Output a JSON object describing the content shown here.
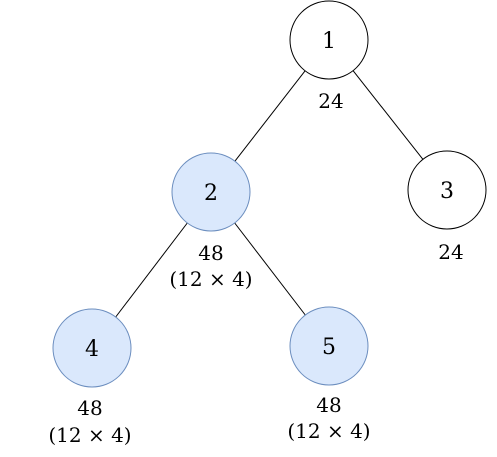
{
  "colors": {
    "edge": "#000000",
    "node_plain_fill": "#ffffff",
    "node_plain_stroke": "#000000",
    "node_highlight_fill": "#dae8fc",
    "node_highlight_stroke": "#6c8ebf"
  },
  "tree": {
    "nodes": [
      {
        "id": "1",
        "label": "1",
        "highlighted": false,
        "value": "24",
        "detail": ""
      },
      {
        "id": "2",
        "label": "2",
        "highlighted": true,
        "value": "48",
        "detail": "(12 × 4)"
      },
      {
        "id": "3",
        "label": "3",
        "highlighted": false,
        "value": "24",
        "detail": ""
      },
      {
        "id": "4",
        "label": "4",
        "highlighted": true,
        "value": "48",
        "detail": "(12 × 4)"
      },
      {
        "id": "5",
        "label": "5",
        "highlighted": true,
        "value": "48",
        "detail": "(12 × 4)"
      }
    ],
    "edges": [
      {
        "from": "1",
        "to": "2"
      },
      {
        "from": "1",
        "to": "3"
      },
      {
        "from": "2",
        "to": "4"
      },
      {
        "from": "2",
        "to": "5"
      }
    ]
  }
}
